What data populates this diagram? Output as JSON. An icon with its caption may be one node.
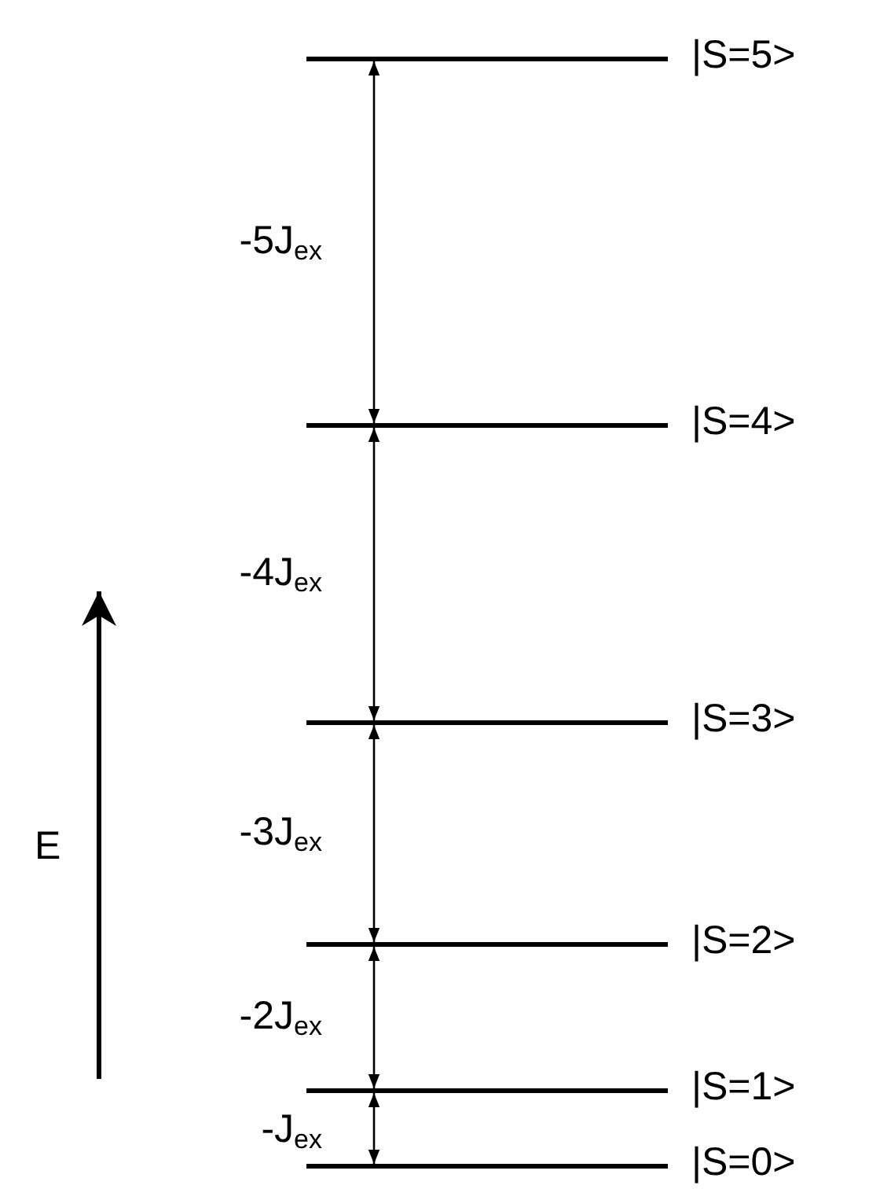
{
  "diagram": {
    "nodes": [
      {
        "text": [],
        "shape": "bar",
        "beside": [
          "|S=5>"
        ]
      },
      {
        "text": [],
        "shape": "bar",
        "beside": [
          "|S=4>"
        ]
      },
      {
        "text": [],
        "shape": "bar",
        "beside": [
          "|S=3>"
        ]
      },
      {
        "text": [],
        "shape": "bar",
        "beside": [
          "|S=2>"
        ]
      },
      {
        "text": [],
        "shape": "bar",
        "beside": [
          "|S=1>"
        ]
      },
      {
        "text": [],
        "shape": "bar",
        "beside": [
          "|S=0>"
        ]
      }
    ],
    "edges": [
      {
        "from": 0,
        "to": 1,
        "arrow": "both",
        "label": "-5J$_{ex}$"
      },
      {
        "from": 1,
        "to": 2,
        "arrow": "both",
        "label": "-4J$_{ex}$"
      },
      {
        "from": 2,
        "to": 3,
        "arrow": "both",
        "label": "-3J$_{ex}$"
      },
      {
        "from": 3,
        "to": 4,
        "arrow": "both",
        "label": "-2J$_{ex}$"
      },
      {
        "from": 4,
        "to": 5,
        "arrow": "both",
        "label": "-J$_{ex}$"
      }
    ],
    "labels": [
      "E"
    ]
  }
}
